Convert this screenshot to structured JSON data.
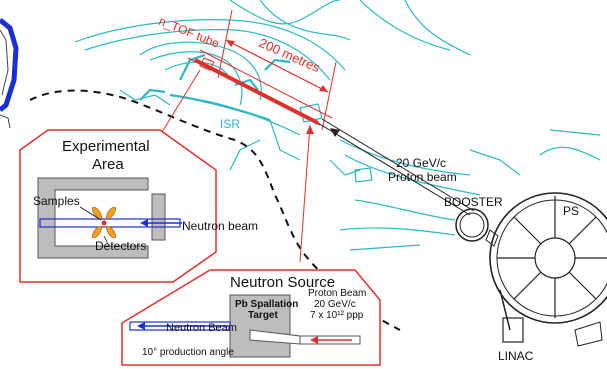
{
  "labels": {
    "tube": "n_TOF tube",
    "distance": "200 metres",
    "isr": "ISR",
    "proton_beam_line1": "20 GeV/c",
    "proton_beam_line2": "Proton beam",
    "booster": "BOOSTER",
    "ps": "PS",
    "linac": "LINAC"
  },
  "experimental_area": {
    "title_line1": "Experimental",
    "title_line2": "Area",
    "samples": "Samples",
    "detectors": "Detectors",
    "neutron_beam": "Neutron beam"
  },
  "neutron_source": {
    "title": "Neutron Source",
    "target_line1": "Pb Spallation",
    "target_line2": "Target",
    "proton_line1": "Proton Beam",
    "proton_line2": "20 GeV/c",
    "proton_line3": "7 x 10¹² ppp",
    "neutron_beam": "Neutron Beam",
    "angle": "10° production angle"
  },
  "colors": {
    "red": "#e0302a",
    "cyan": "#2bb7c7",
    "blue": "#1b2fd6",
    "orange": "#f0a020",
    "gray": "#bdbdbd"
  }
}
